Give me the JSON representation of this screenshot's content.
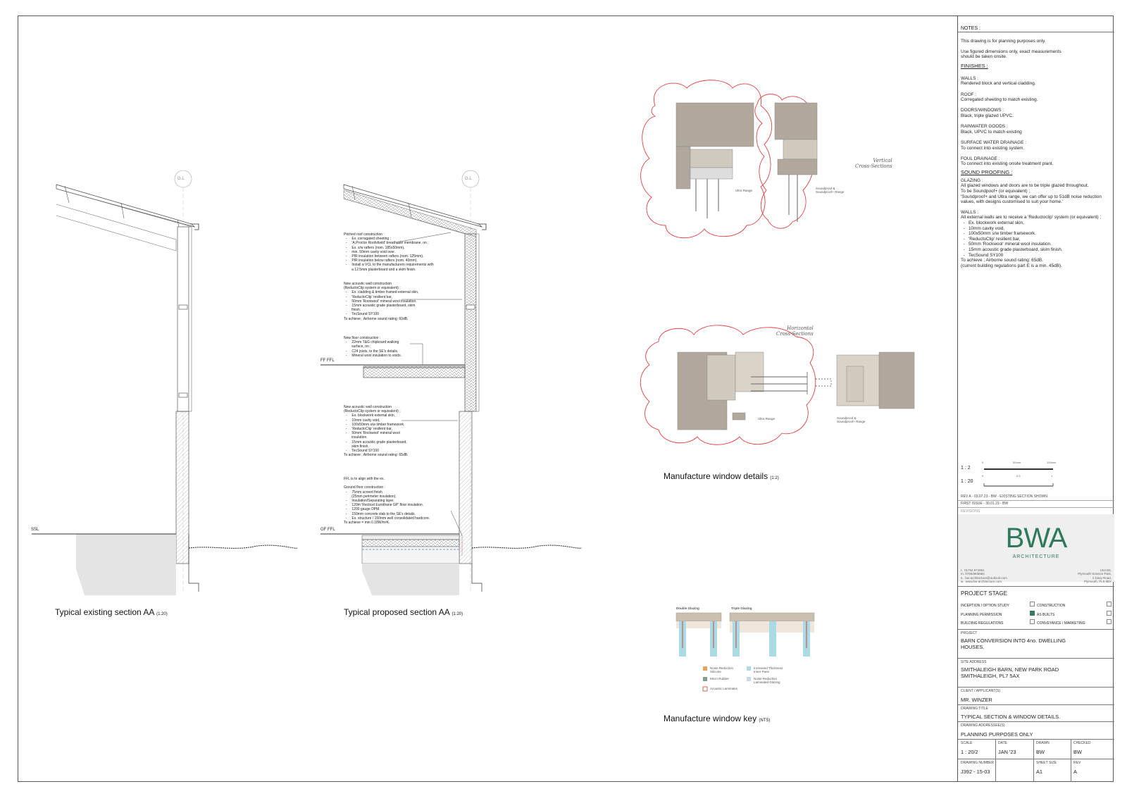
{
  "sections": {
    "existing_caption": "Typical existing section AA",
    "existing_scale": "(1:20)",
    "proposed_caption": "Typical proposed section AA",
    "proposed_scale": "(1:20)",
    "gl": "G.L",
    "ssl": "SSL",
    "ff_ffl": "FF FFL",
    "gf_ffl": "GF FFL"
  },
  "annotations": {
    "roof": "Pitched roof construction :\n  -     Ex. corrugated sheeting ;\n  -     'A.Proctor Roofshield' breathable membrane, on ;\n  -     Ex. s/w rafters (nom. 185x50mm),\n  -     min. 50mm cavity void over.\n  -     PIR insulation between rafters (nom. 125mm).\n  -     PIR insulation below rafters (nom. 40mm).\n  -     Install a VCL to the manufacturers requirements with\n        a 12.5mm plasterboard and a skim finish.",
    "wall_upper": "New acoustic wall construction\n(ReductoClip system or equivalent) ;\n  -     Ex. cladding & timber framed external skin,\n  -     'ReductoClip' resilient bar,\n  -     50mm 'Rockwool' mineral wool insulation.\n  -     15mm acoustic grade plasterboard, skim\n        finish.\n  -     TecSound SY100\nTo achieve ; Airborne sound rating: 60dB.",
    "floor": "New floor construction :\n  -     22mm T&G chipboard walking\n        surface, on ;\n  -     C24 joists, to the SE's details.\n  -     Mineral wool insulation to voids.",
    "wall_lower": "New acoustic wall construction\n(ReductoClip system or equivalent) ;\n  -     Ex. blockwork external skin,\n  -     10mm cavity void,\n  -     100x50mm s/w timber framework.\n  -     'ReductoClip' resilient bar,\n  -     50mm 'Rockwool' mineral wool\n        insulation.\n  -     15mm acoustic grade plasterboard,\n        skim finish.\n  -     TecSound SY100\nTo achieve ; Airborne sound rating: 65dB.",
    "ground": "FFL is to align with the ex.\n\nGround floor construction :\n  -     75mm screed finish\n        (25mm perimeter insulation).\n  -     Insulation/Separating layer.\n  -     120m 'Recticel Eurothane GP' floor insulation.\n  -     1200 gauge DPM.\n  -     150mm concrete slab to the SE's details.\n  -     Ex. structure / 150mm well consolidated hardcore.\nTo achieve = min 0.18W/m²K."
  },
  "windows": {
    "details_caption": "Manufacture window details",
    "details_scale": "(1:2)",
    "key_caption": "Manufacture window key",
    "key_scale": "(NTS)",
    "vertical_label": "Vertical\nCross-Sections",
    "horizontal_label": "Horizontal\nCross-Sections",
    "ultra_range": "Ultra Range",
    "soundproof_label": "Soundproof &\nSoundproof+ Range",
    "double_glazing": "Double Glazing",
    "triple_glazing": "Triple Glazing",
    "legend": [
      "Noise Reduction Silicone",
      "Increased Thickness Inner Pane",
      "Micro Rubber",
      "Noise Reduction Laminated Glazing",
      "Acoustic Laminates"
    ]
  },
  "scale_bar": {
    "s1": "1 : 2",
    "s1_ticks": [
      "0",
      "50mm",
      "100mm"
    ],
    "s2": "1 : 20",
    "s2_ticks": [
      "0",
      "0.5",
      "1"
    ]
  },
  "title_block": {
    "notes_title": "NOTES :",
    "notes_1": "This drawing is for planning purposes only.",
    "notes_2": "Use figured dimensions only, exact measurements\nshould be taken onsite.",
    "finishes_title": "FINISHES :",
    "finishes": "WALLS :\nRendered block and vertical cladding.\n\nROOF :\nCorregated sheeting to match existing.\n\nDOORS/WINDOWS :\nBlack, triple glazed UPVC.\n\nRAINWATER GOODS :\nBlack, UPVC to match existing\n\nSURFACE WATER DRAINAGE :\nTo connect into existing system.\n\nFOUL DRAINAGE :\nTo connect into existing onsite treatment plant.",
    "sound_title": "SOUND PROOFING :",
    "glazing": "GLAZING :\nAll glazed windows and doors are to be triple glazed throughout.\nTo be Soundpoof+ (or equivalent) ;\n'Soundproof+ and Ultra range, we can offer up to 51dB noise reduction\nvalues, with designs customised to suit your home.'",
    "walls": "WALLS :\nAll external walls are to receive a 'Reductoclip' system (or equivalent) ;\n  -   Ex. blockwork external skin,\n  -   10mm cavity void,\n  -   100x50mm s/w timber framework.\n  -   'ReductoClip' resilient bar,\n  -   50mm 'Rockwool' mineral wool insulation.\n  -   15mm acoustic grade plasterboard, skim finish.\n  -   TecSound SY100\nTo achieve ; Airborne sound rating: 65dB.\n(current building regulations part E is a min. 45dB).",
    "rev_a": "REV A - 03.07.23 - BW - EXISTING SECTION SHOWN.",
    "first_issue": "FIRST ISSUE  - 30.01.23 - BW",
    "revisions": "REVISIONS",
    "logo": "BWA",
    "logo_sub": "ARCHITECTURE",
    "contact_left": "t.  01752 974961\nm. 07853905584\ne.  bw-architecture@outlook.com\nw.  www.bw-architecture.com",
    "contact_right": "Unit D5,\nPlymouth Science Park,\n1 Davy Road,\nPlymouth, PL6 8BX",
    "stage_title": "PROJECT STAGE",
    "stages_left": [
      "INCEPTION / OPTION STUDY",
      "PLANNING PERMISSION",
      "BUILDING REGULATIONS"
    ],
    "stages_right": [
      "CONSTRUCTION",
      "AS BUILTS",
      "CONVEYANCE / MARKETING"
    ],
    "project_label": "PROJECT",
    "project": "BARN CONVERSION INTO 4no. DWELLING\nHOUSES.",
    "site_label": "SITE ADDRESS",
    "site": "SMITHALEIGH BARN, NEW PARK ROAD\nSMITHALEIGH, PL7 5AX",
    "client_label": "CLIENT / APPLICANT(S)",
    "client": "MR. WINZER",
    "dtitle_label": "DRAWING TITLE",
    "dtitle": "TYPICAL SECTION & WINDOW DETAILS.",
    "addressee_label": "DRAWING ADDRESSEE(S)",
    "addressee": "PLANNING PURPOSES ONLY",
    "scale_label": "SCALE",
    "scale": "1 : 20/2",
    "date_label": "DATE",
    "date": "JAN '23",
    "drawn_label": "DRAWN",
    "drawn": "BW",
    "checked_label": "CHECKED",
    "checked": "BW",
    "number_label": "DRAWING NUMBER",
    "number": "J392 - 15-03",
    "size_label": "SHEET SIZE",
    "size": "A1",
    "rev_label": "REV",
    "rev": "A"
  }
}
